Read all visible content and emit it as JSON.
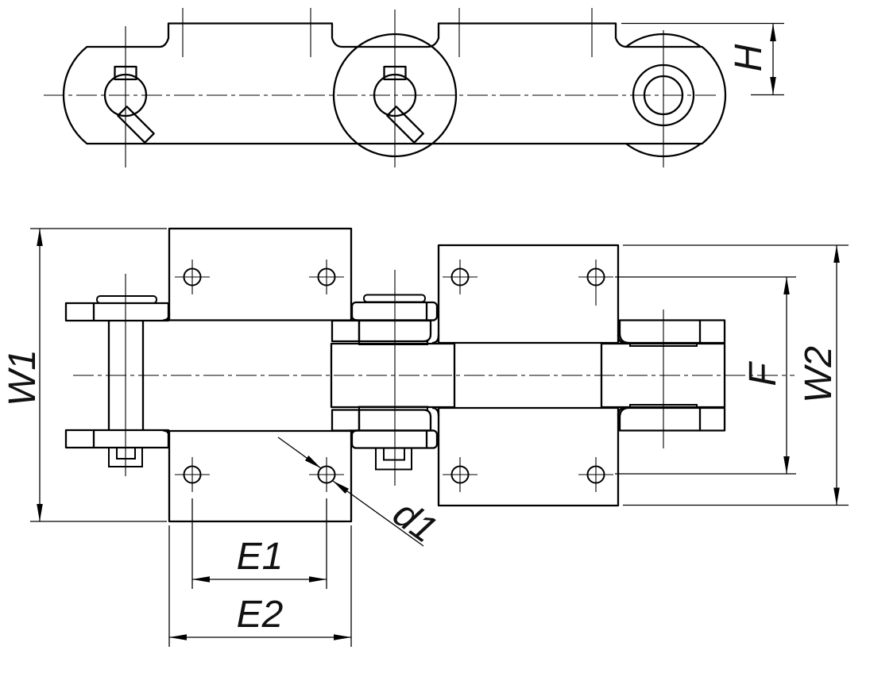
{
  "page": {
    "background": "#ffffff",
    "line_color": "#000000",
    "text_color": "#111111"
  },
  "drawing": {
    "view_count": 2,
    "view_ids": [
      "side-view",
      "plan-view"
    ]
  },
  "labels": {
    "h": "H",
    "w1": "W1",
    "w2": "W2",
    "f": "F",
    "e1": "E1",
    "e2": "E2",
    "d1": "d1"
  }
}
